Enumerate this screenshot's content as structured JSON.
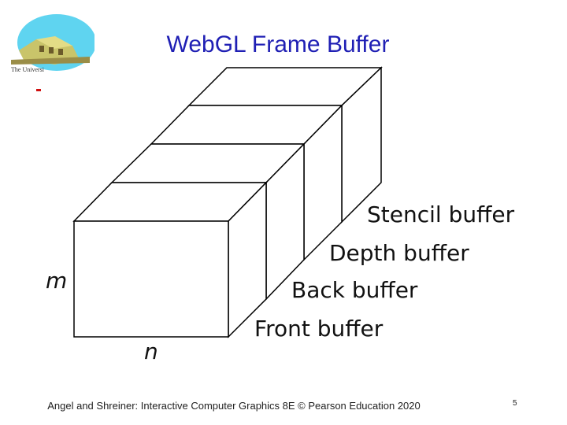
{
  "slide": {
    "title": "WebGL Frame Buffer",
    "logo_caption": "The Universi",
    "footer_text": "Angel and Shreiner: Interactive Computer Graphics 8E © Pearson Education 2020",
    "page_number": "5"
  },
  "diagram": {
    "labels": {
      "stencil": "Stencil buffer",
      "depth": "Depth buffer",
      "back": "Back buffer",
      "front": "Front buffer",
      "height_dim": "m",
      "width_dim": "n"
    }
  }
}
